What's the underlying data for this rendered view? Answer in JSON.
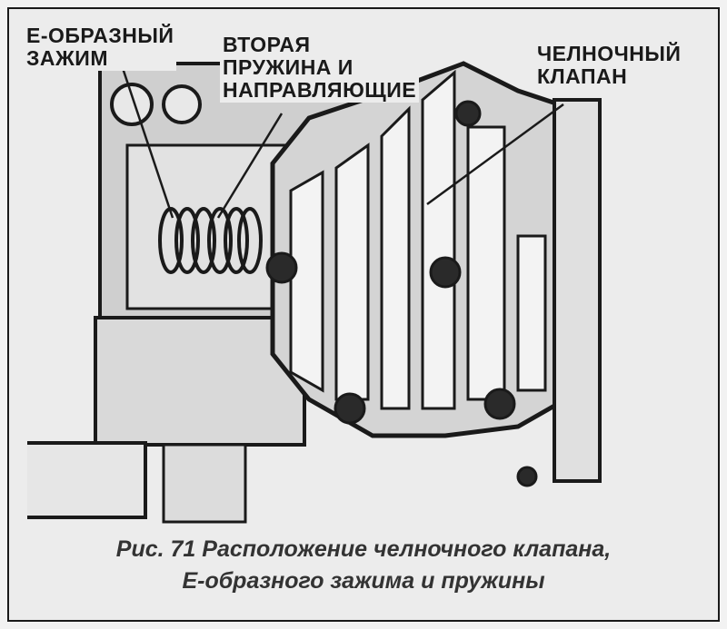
{
  "labels": {
    "e_clip": {
      "line1": "Е-ОБРАЗНЫЙ",
      "line2": "ЗАЖИМ"
    },
    "second_spring": {
      "line1": "ВТОРАЯ",
      "line2": "ПРУЖИНА И",
      "line3": "НАПРАВЛЯЮЩИЕ"
    },
    "shuttle_valve": {
      "line1": "ЧЕЛНОЧНЫЙ",
      "line2": "КЛАПАН"
    }
  },
  "caption": {
    "line1": "Рис. 71 Расположение челночного клапана,",
    "line2": "Е-образного зажима и пружины"
  },
  "colors": {
    "ink": "#1a1a1a",
    "paper": "#ececec",
    "metal": "#d6d6d6",
    "shadow": "#9a9a9a"
  }
}
